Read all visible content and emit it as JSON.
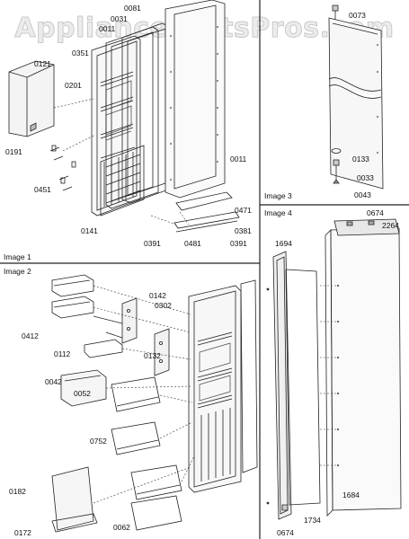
{
  "watermark": "AppliancePartsPros.com",
  "sections": {
    "image1": "Image 1",
    "image2": "Image 2",
    "image3": "Image 3",
    "image4": "Image 4"
  },
  "parts": {
    "p0081": "0081",
    "p0031": "0031",
    "p0011a": "0011",
    "p0351": "0351",
    "p0121": "0121",
    "p0201": "0201",
    "p0191": "0191",
    "p0011b": "0011",
    "p0451": "0451",
    "p0471": "0471",
    "p0141": "0141",
    "p0381": "0381",
    "p0391a": "0391",
    "p0481": "0481",
    "p0391b": "0391",
    "p0073": "0073",
    "p0133": "0133",
    "p0033": "0033",
    "p0043": "0043",
    "p0674a": "0674",
    "p2264": "2264",
    "p1694": "1694",
    "p1684": "1684",
    "p1734": "1734",
    "p0674b": "0674",
    "p0142": "0142",
    "p0302": "0302",
    "p0412": "0412",
    "p0112": "0112",
    "p0132": "0132",
    "p0042": "0042",
    "p0052": "0052",
    "p0752": "0752",
    "p0182": "0182",
    "p0172": "0172",
    "p0062": "0062"
  }
}
